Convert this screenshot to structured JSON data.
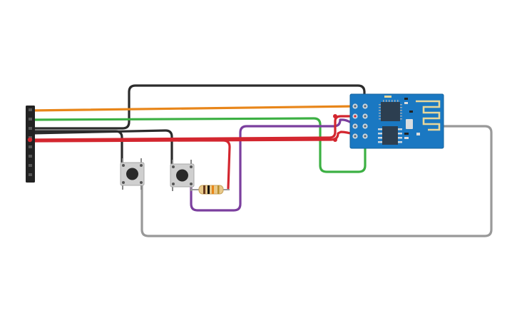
{
  "colors": {
    "background": "#ffffff",
    "wire_black": "#2b2b2b",
    "wire_orange": "#e8861a",
    "wire_green": "#3cb043",
    "wire_red": "#d3262f",
    "wire_purple": "#7b3f9e",
    "wire_gray": "#999999",
    "module_pcb": "#1a78c2",
    "antenna_trace": "#e8d79a",
    "chip": "#2c3e50",
    "header": "#222222",
    "button_body": "#cfcfcf",
    "button_cap": "#2a2a2a"
  },
  "components": [
    {
      "id": "pin-header",
      "icon": "header-strip-icon"
    },
    {
      "id": "push-button-1",
      "icon": "tactile-switch-icon"
    },
    {
      "id": "push-button-2",
      "icon": "tactile-switch-icon"
    },
    {
      "id": "resistor",
      "icon": "resistor-icon"
    },
    {
      "id": "esp8266-module",
      "icon": "wifi-module-icon"
    }
  ],
  "wires": [
    {
      "name": "wire-black-top",
      "color": "wire_black"
    },
    {
      "name": "wire-orange",
      "color": "wire_orange"
    },
    {
      "name": "wire-green",
      "color": "wire_green"
    },
    {
      "name": "wire-black-button-1",
      "color": "wire_black"
    },
    {
      "name": "wire-black-button-2",
      "color": "wire_black"
    },
    {
      "name": "wire-red-main",
      "color": "wire_red"
    },
    {
      "name": "wire-red-resistor",
      "color": "wire_red"
    },
    {
      "name": "wire-purple",
      "color": "wire_purple"
    },
    {
      "name": "wire-gray",
      "color": "wire_gray"
    }
  ]
}
